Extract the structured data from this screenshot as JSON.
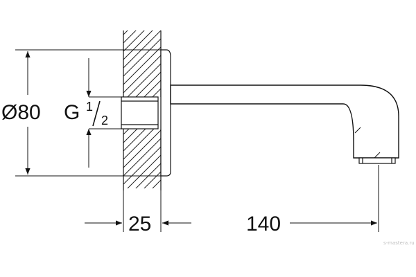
{
  "diagram": {
    "labels": {
      "flange_diameter": "Ø80",
      "thread_main": "G",
      "thread_frac_num": "1",
      "thread_frac_den": "2",
      "wall_depth": "25",
      "spout_length": "140"
    },
    "watermark": "s-mastera.ru"
  }
}
